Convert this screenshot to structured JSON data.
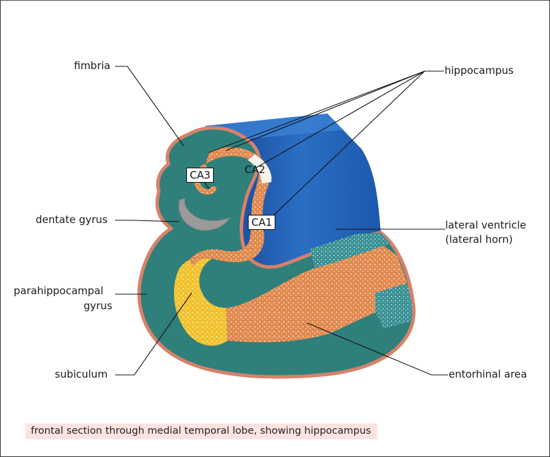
{
  "labels": {
    "fimbria": "fimbria",
    "hippocampus": "hippocampus",
    "dentate_gyrus": "dentate gyrus",
    "parahippocampal_1": "parahippocampal",
    "parahippocampal_2": "gyrus",
    "lateral_ventricle_1": "lateral ventricle",
    "lateral_ventricle_2": "(lateral horn)",
    "subiculum": "subiculum",
    "entorhinal": "entorhinal area",
    "ca1": "CA1",
    "ca2": "CA2",
    "ca3": "CA3"
  },
  "caption": "frontal section through medial temporal lobe, showing hippocampus",
  "colors": {
    "tissue": "#2f7f7b",
    "outline": "#d6826a",
    "ventricle": "#1f63b8",
    "ca_orange": "#e39a62",
    "subiculum": "#f2c93a",
    "dentate": "#9a9a9a",
    "caption_bg": "#fde3e0"
  }
}
